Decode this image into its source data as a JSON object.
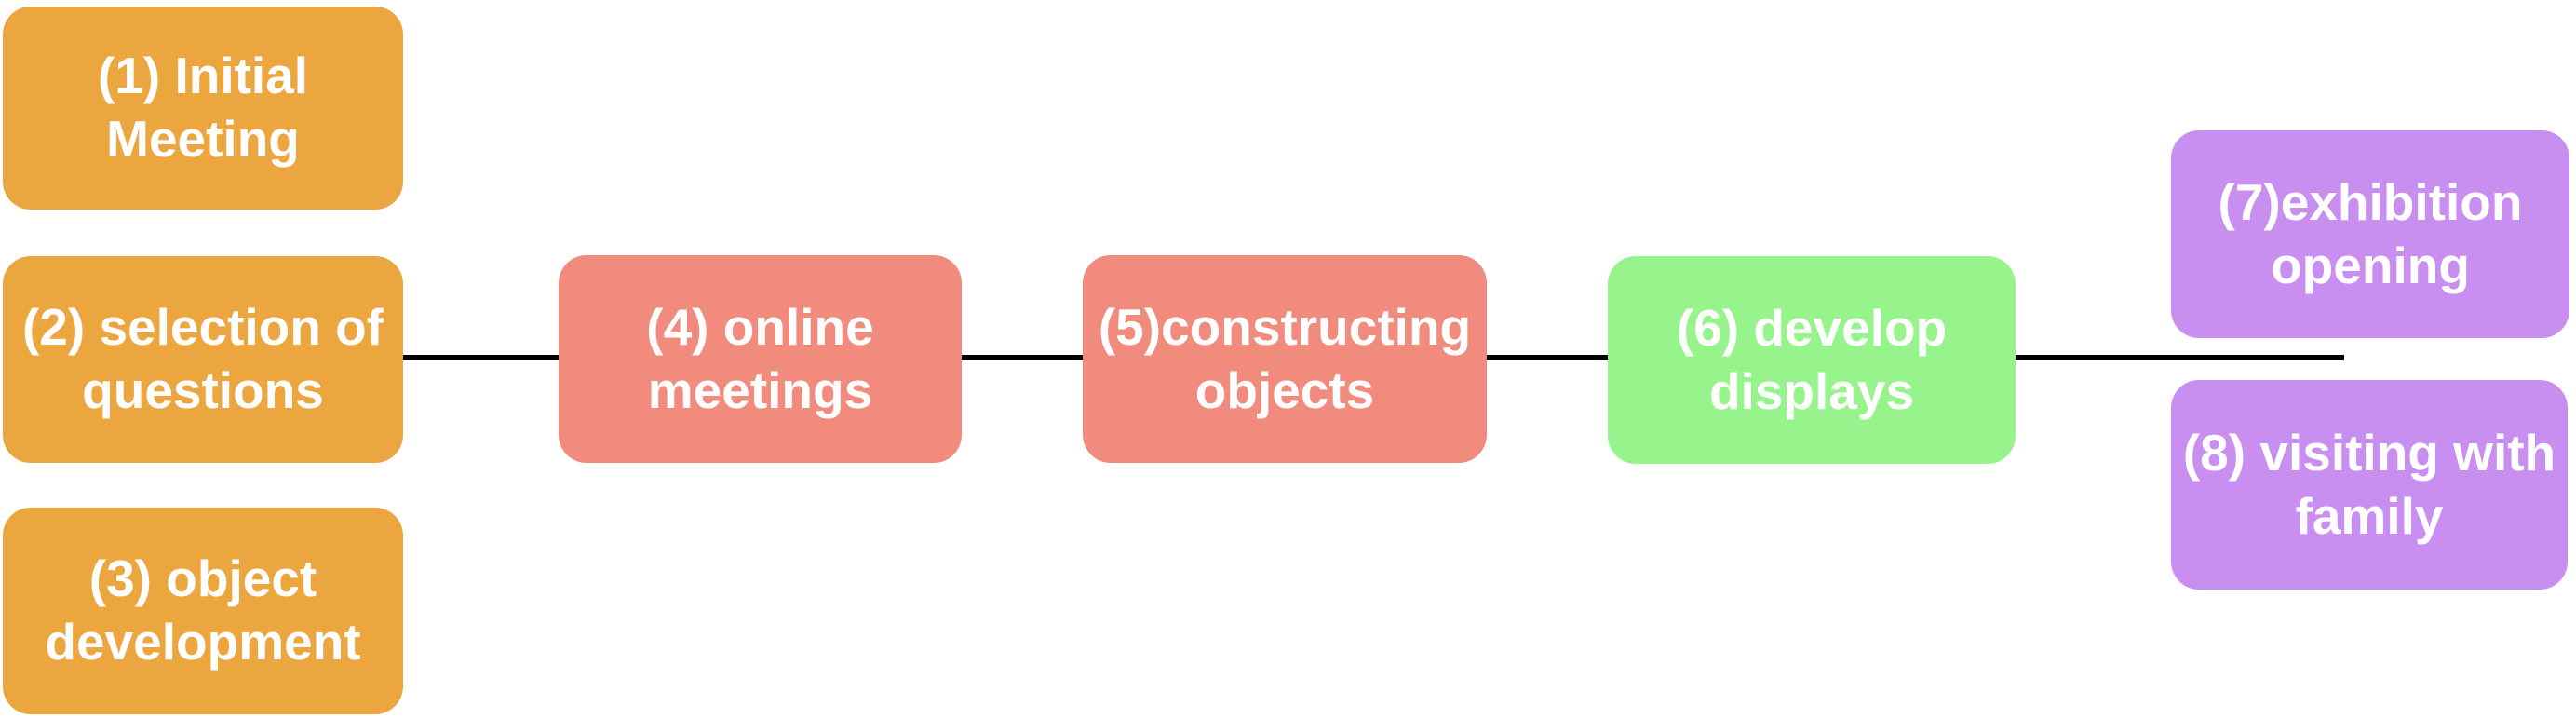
{
  "diagram": {
    "type": "flowchart",
    "background_color": "#ffffff",
    "text_color": "#ffffff",
    "connector": {
      "color": "#000000",
      "orientation": "horizontal"
    },
    "colors": {
      "orange": "#ECA63F",
      "salmon": "#F08B7E",
      "green": "#97F48C",
      "purple": "#C98FF0"
    },
    "nodes": [
      {
        "label": "(1) Initial\nMeeting",
        "color": "#ECA63F"
      },
      {
        "label": "(2) selection of\nquestions",
        "color": "#ECA63F"
      },
      {
        "label": "(3) object\ndevelopment",
        "color": "#ECA63F"
      },
      {
        "label": "(4) online\nmeetings",
        "color": "#F08B7E"
      },
      {
        "label": "(5)constructing\nobjects",
        "color": "#F08B7E"
      },
      {
        "label": "(6) develop\ndisplays",
        "color": "#97F48C"
      },
      {
        "label": "(7)exhibition\nopening",
        "color": "#C98FF0"
      },
      {
        "label": "(8) visiting with\nfamily",
        "color": "#C98FF0"
      }
    ]
  }
}
